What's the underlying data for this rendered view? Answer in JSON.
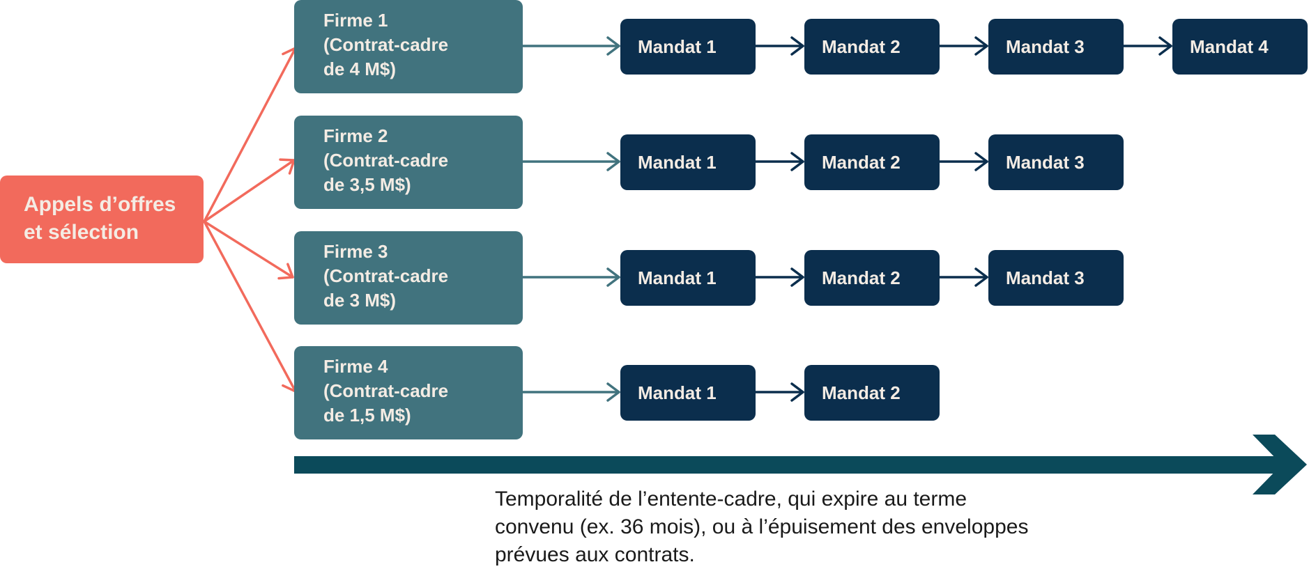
{
  "colors": {
    "start": "#f26a5c",
    "firm": "#41737e",
    "mandate": "#0b2e4d",
    "timeline": "#0b4a5a",
    "box_text": "#f4ece4"
  },
  "start": {
    "lines": [
      "Appels d’offres",
      "et sélection"
    ]
  },
  "firms": [
    {
      "lines": [
        "Firme 1",
        "(Contrat-cadre",
        "de 4 M$)"
      ],
      "mandates": [
        "Mandat 1",
        "Mandat 2",
        "Mandat 3",
        "Mandat 4"
      ]
    },
    {
      "lines": [
        "Firme 2",
        "(Contrat-cadre",
        "de 3,5 M$)"
      ],
      "mandates": [
        "Mandat 1",
        "Mandat 2",
        "Mandat 3"
      ]
    },
    {
      "lines": [
        "Firme 3",
        "(Contrat-cadre",
        "de 3 M$)"
      ],
      "mandates": [
        "Mandat 1",
        "Mandat 2",
        "Mandat 3"
      ]
    },
    {
      "lines": [
        "Firme 4",
        "(Contrat-cadre",
        "de 1,5 M$)"
      ],
      "mandates": [
        "Mandat 1",
        "Mandat 2"
      ]
    }
  ],
  "caption": {
    "lines": [
      "Temporalité de l’entente-cadre, qui expire au terme",
      "convenu (ex. 36 mois), ou à l’épuisement des enveloppes",
      "prévues aux contrats."
    ]
  }
}
